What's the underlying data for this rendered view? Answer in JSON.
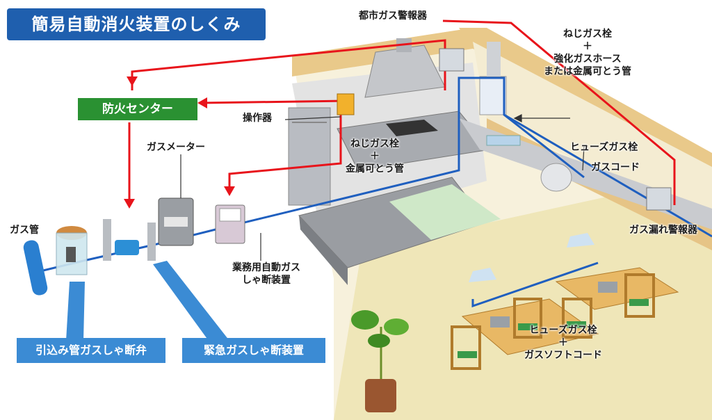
{
  "title": "簡易自動消火装置のしくみ",
  "labels": {
    "fire_center": "防火センター",
    "city_gas_alarm": "都市ガス警報器",
    "screw_valve_hose_1": "ねじガス栓",
    "screw_valve_hose_2": "＋",
    "screw_valve_hose_3": "強化ガスホース",
    "screw_valve_hose_4": "または金属可とう管",
    "control_unit": "操作器",
    "screw_valve_metal_1": "ねじガス栓",
    "screw_valve_metal_2": "＋",
    "screw_valve_metal_3": "金属可とう管",
    "gas_meter": "ガスメーター",
    "fuse_valve": "ヒューズガス栓",
    "gas_cord": "ガスコード",
    "gas_leak_alarm": "ガス漏れ警報器",
    "gas_pipe": "ガス管",
    "commercial_shutoff_1": "業務用自動ガス",
    "commercial_shutoff_2": "しゃ断装置",
    "fuse_soft_1": "ヒューズガス栓",
    "fuse_soft_2": "＋",
    "fuse_soft_3": "ガスソフトコード",
    "service_pipe_valve": "引込み管ガスしゃ断弁",
    "emergency_shutoff": "緊急ガスしゃ断装置"
  },
  "colors": {
    "signal_line": "#e8141b",
    "gas_line": "#1f5fbf",
    "title_bg": "#1f5fae",
    "center_bg": "#2a9132",
    "callout_bg": "#3b8bd4"
  }
}
